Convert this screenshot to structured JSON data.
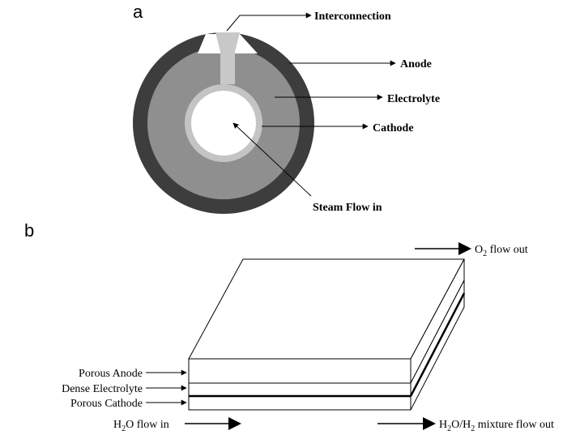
{
  "panel_a": {
    "letter": "a",
    "labels": {
      "interconnection": "Interconnection",
      "anode": "Anode",
      "electrolyte": "Electrolyte",
      "cathode": "Cathode",
      "steam_flow_in": "Steam Flow in"
    },
    "colors": {
      "anode": "#3d3d3d",
      "electrolyte": "#8f8f8f",
      "cathode": "#c4c4c4",
      "interconnection": "#c8c8c8"
    }
  },
  "panel_b": {
    "letter": "b",
    "labels": {
      "o2_flow_out": {
        "main": "O",
        "sub": "2",
        "tail": " flow out"
      },
      "porous_anode": "Porous Anode",
      "dense_electrolyte": "Dense Electrolyte",
      "porous_cathode": "Porous Cathode",
      "h2o_flow_in": {
        "main": "H",
        "sub": "2",
        "tail": "O flow in"
      },
      "mixture_flow_out": {
        "p1": "H",
        "s1": "2",
        "p2": "O/H",
        "s2": "2",
        "p3": " mixture flow out"
      }
    }
  }
}
